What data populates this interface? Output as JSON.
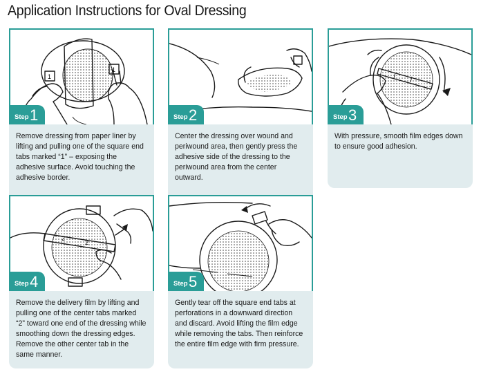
{
  "title": "Application Instructions for Oval Dressing",
  "step_word": "Step",
  "steps": [
    {
      "number": "1",
      "text": "Remove dressing from paper liner by lifting and pulling one of the square end tabs marked “1” – exposing the adhesive surface. Avoid touching the adhesive border."
    },
    {
      "number": "2",
      "text": "Center the dressing over wound and periwound area, then gently press the adhesive side of the dressing to the periwound area from the center outward."
    },
    {
      "number": "3",
      "text": "With pressure, smooth film edges down to ensure good adhesion."
    },
    {
      "number": "4",
      "text": "Remove the delivery film by lifting and pulling one of the center tabs marked “2” toward one end of the dressing while smoothing down the dressing edges. Remove the other center tab in the same manner."
    },
    {
      "number": "5",
      "text": "Gently tear off the square end tabs at perforations in a downward direction and discard. Avoid lifting the film edge while removing the tabs. Then reinforce the entire film edge with firm pressure."
    }
  ],
  "tab_marks": {
    "one": "1",
    "two": "2"
  },
  "colors": {
    "accent": "#2a9d97",
    "caption_bg": "#e1ecee",
    "text": "#1a1a1a"
  }
}
